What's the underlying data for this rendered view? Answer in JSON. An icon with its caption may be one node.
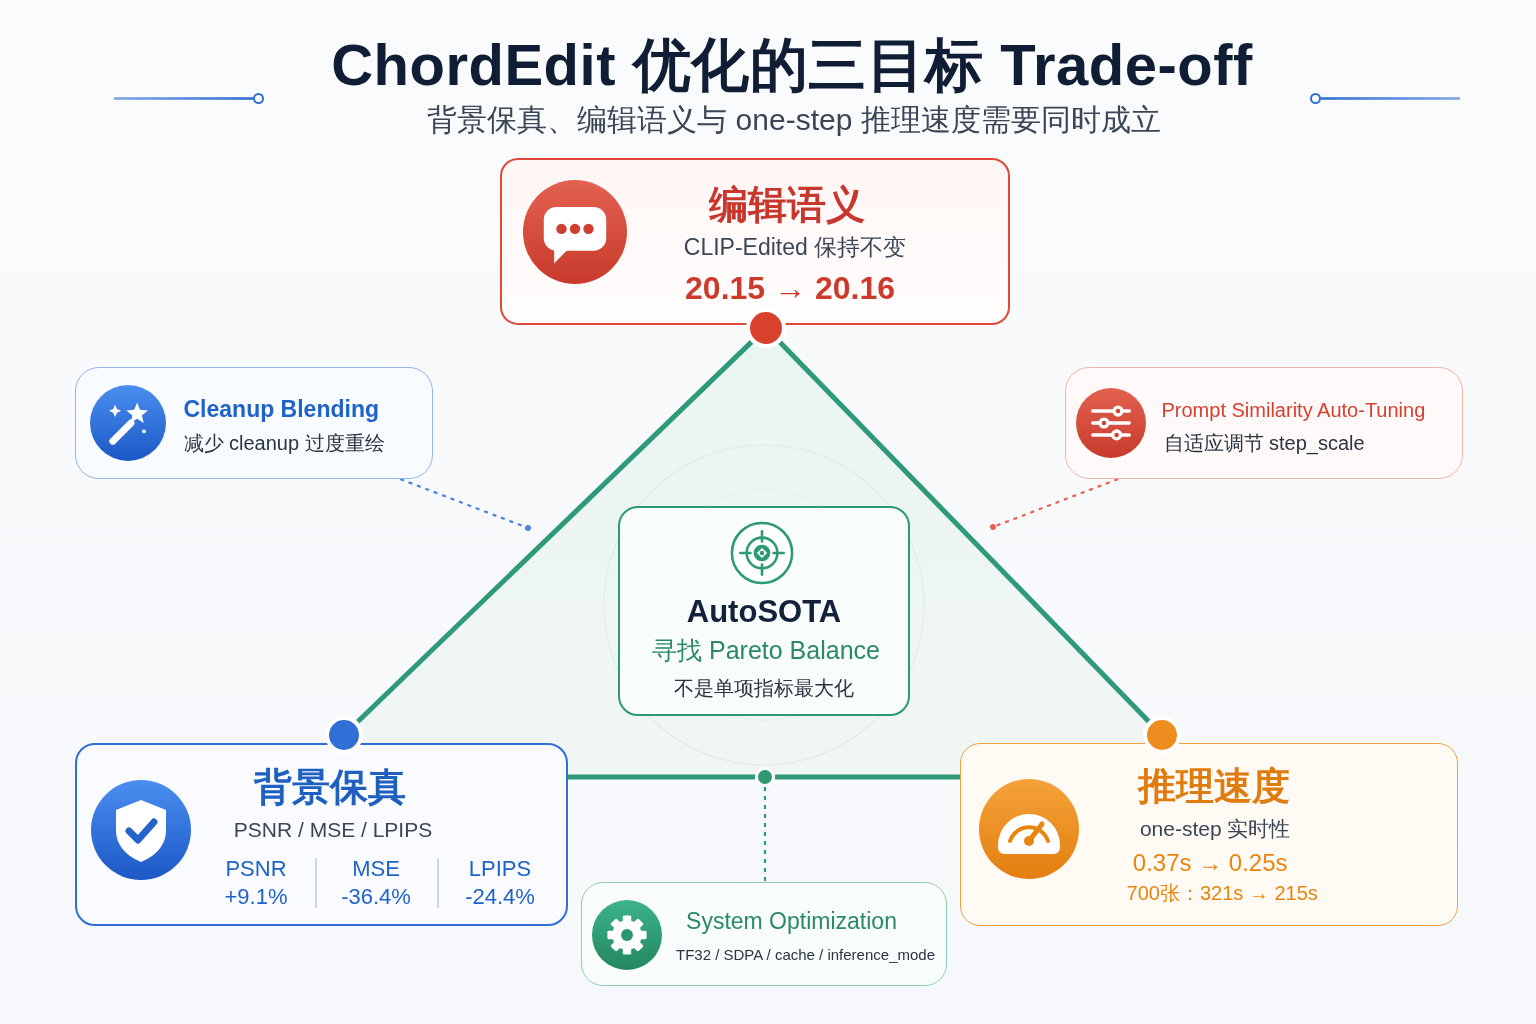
{
  "diagram": {
    "title": "ChordEdit 优化的三目标 Trade-off",
    "nodes": [
      {
        "text": [
          "编辑语义",
          "CLIP-Edited 保持不变",
          "20.15 → 20.16"
        ]
      },
      {
        "text": [
          "Cleanup Blending",
          "减少 cleanup 过度重绘"
        ]
      },
      {
        "text": [
          "Prompt Similarity Auto-Tuning",
          "自适应调节 step_scale"
        ]
      },
      {
        "text": [
          "AutoSOTA",
          "寻找 Pareto Balance",
          "不是单项指标最大化"
        ]
      },
      {
        "text": [
          "背景保真",
          "PSNR / MSE / LPIPS",
          "PSNR +9.1%",
          "MSE -36.4%",
          "LPIPS -24.4%"
        ]
      },
      {
        "text": [
          "推理速度",
          "one-step 实时性",
          "0.37s → 0.25s",
          "700张：321s → 215s"
        ]
      },
      {
        "text": [
          "System Optimization",
          "TF32 / SDPA / cache / inference_mode"
        ]
      },
      {
        "text": [],
        "shape": "circle"
      },
      {
        "text": [],
        "shape": "circle"
      },
      {
        "text": [],
        "shape": "circle"
      },
      {
        "text": [],
        "shape": "circle"
      }
    ],
    "edges": [
      {
        "from": 7,
        "to": 8,
        "arrow": "none"
      },
      {
        "from": 7,
        "to": 9,
        "arrow": "none"
      },
      {
        "from": 4,
        "to": 10,
        "arrow": "none"
      },
      {
        "from": 10,
        "to": 5,
        "arrow": "none"
      },
      {
        "from": 10,
        "to": 6,
        "arrow": "none",
        "style": "dashed"
      },
      {
        "from": 1,
        "to": null,
        "arrow": "other",
        "style": "dashed",
        "color": "#4a84e0"
      },
      {
        "from": 2,
        "to": null,
        "arrow": "other",
        "style": "dashed",
        "color": "#e8604c"
      }
    ],
    "labels": [
      "背景保真、编辑语义与 one-step 推理速度需要同时成立"
    ]
  }
}
